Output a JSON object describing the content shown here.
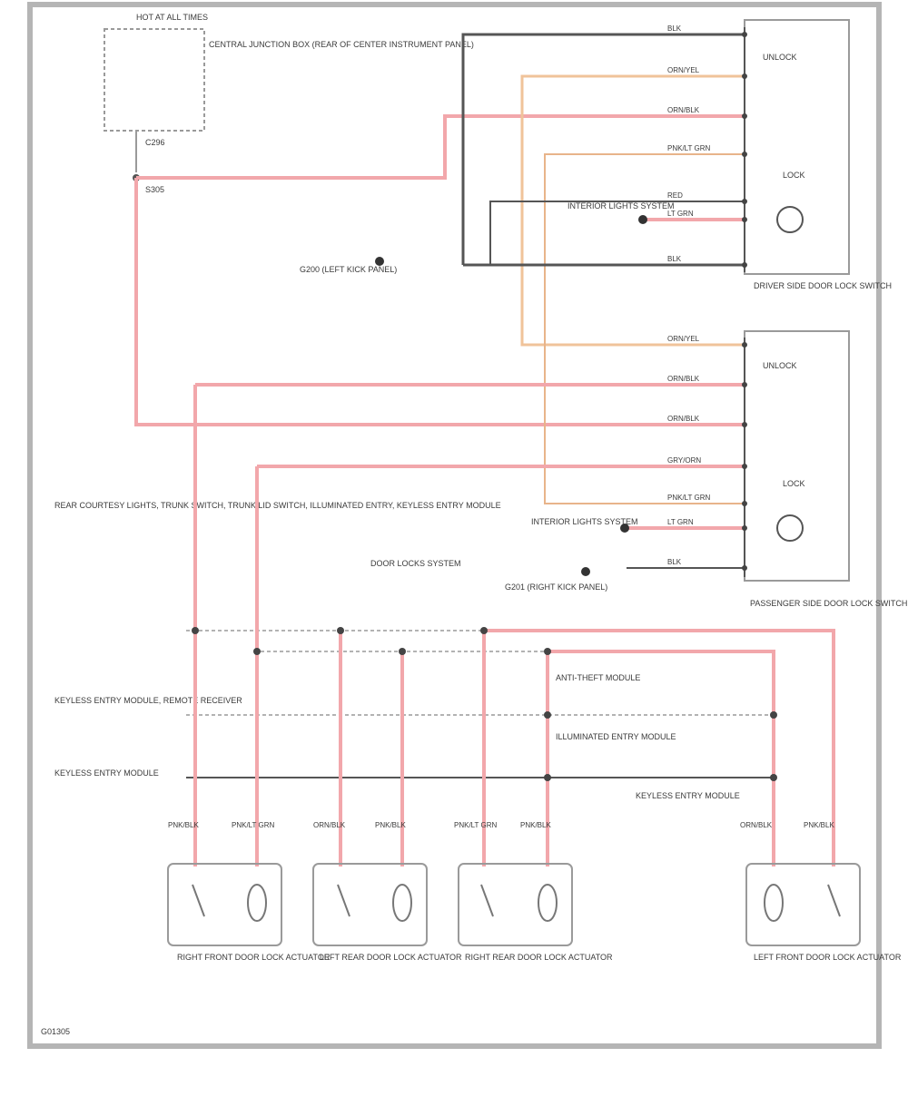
{
  "top_left": {
    "fuse_title": "HOT AT ALL TIMES",
    "fuse_box_note": "CENTRAL JUNCTION BOX (REAR OF CENTER INSTRUMENT PANEL)",
    "connector_id": "C296",
    "splice_id": "S305"
  },
  "driver_switch": {
    "label": "DRIVER SIDE DOOR LOCK SWITCH",
    "wire_labels": [
      "BLK",
      "ORN/YEL",
      "ORN/BLK",
      "PNK/LT GRN",
      "RED",
      "LT GRN",
      "BLK"
    ],
    "unlock_label": "UNLOCK",
    "lock_label": "LOCK"
  },
  "passenger_switch": {
    "label": "PASSENGER SIDE DOOR LOCK SWITCH",
    "wire_labels": [
      "ORN/YEL",
      "ORN/BLK",
      "ORN/BLK",
      "GRY/ORN",
      "PNK/LT GRN",
      "LT GRN",
      "BLK"
    ],
    "unlock_label": "UNLOCK",
    "lock_label": "LOCK"
  },
  "illumination": {
    "driver": "INTERIOR LIGHTS SYSTEM",
    "passenger": "INTERIOR LIGHTS SYSTEM"
  },
  "grounds": {
    "g1": "G200 (LEFT KICK PANEL)",
    "g2": "G201 (RIGHT KICK PANEL)"
  },
  "center_note": "DOOR LOCKS SYSTEM",
  "left_notes": {
    "n1": "REAR COURTESY LIGHTS, TRUNK SWITCH, TRUNK LID SWITCH, ILLUMINATED ENTRY, KEYLESS ENTRY MODULE",
    "n2": "KEYLESS ENTRY MODULE, REMOTE RECEIVER",
    "n3": "KEYLESS ENTRY MODULE"
  },
  "right_notes": {
    "r1": "ANTI-THEFT MODULE",
    "r2": "ILLUMINATED ENTRY MODULE",
    "r3": "KEYLESS ENTRY MODULE"
  },
  "actuators": [
    {
      "label": "RIGHT FRONT DOOR LOCK ACTUATOR",
      "wires": [
        "PNK/BLK",
        "PNK/LT GRN"
      ]
    },
    {
      "label": "LEFT REAR DOOR LOCK ACTUATOR",
      "wires": [
        "ORN/BLK",
        "PNK/BLK"
      ]
    },
    {
      "label": "RIGHT REAR DOOR LOCK ACTUATOR",
      "wires": [
        "PNK/LT GRN",
        "PNK/BLK"
      ]
    },
    {
      "label": "LEFT FRONT DOOR LOCK ACTUATOR",
      "wires": [
        "ORN/BLK",
        "PNK/BLK"
      ]
    }
  ],
  "figure_id": "G01305",
  "colors": {
    "frame": "#b5b5b5",
    "wire_pink": "#f2a7ab",
    "wire_gray": "#555555",
    "wire_orange": "#f0c39a",
    "component": "#9a9a9a"
  }
}
